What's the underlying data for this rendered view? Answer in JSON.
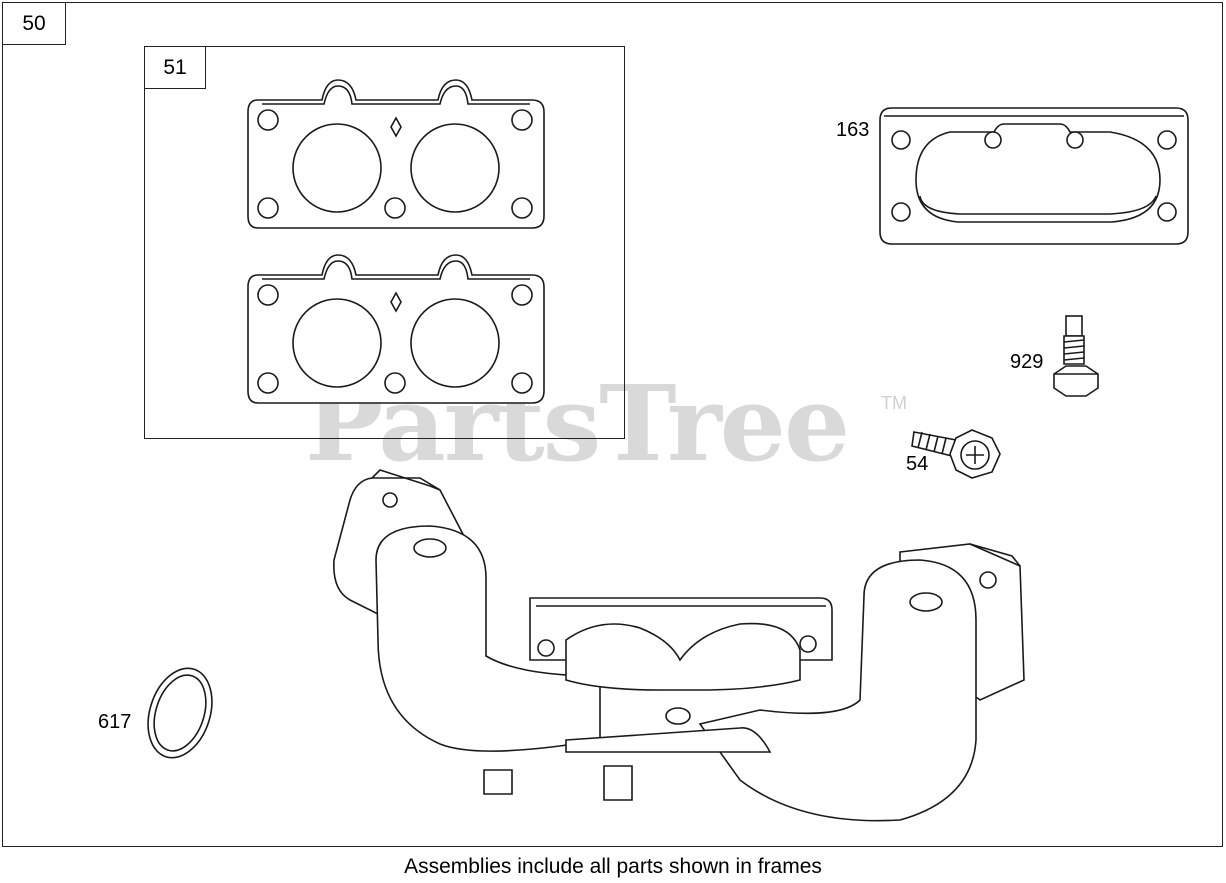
{
  "frames": {
    "outer_label": "50",
    "inner_label": "51"
  },
  "callouts": {
    "c163": "163",
    "c929": "929",
    "c54": "54",
    "c617": "617"
  },
  "watermark": {
    "text": "PartsTree",
    "trademark": "TM"
  },
  "caption": "Assemblies include all parts shown in frames"
}
